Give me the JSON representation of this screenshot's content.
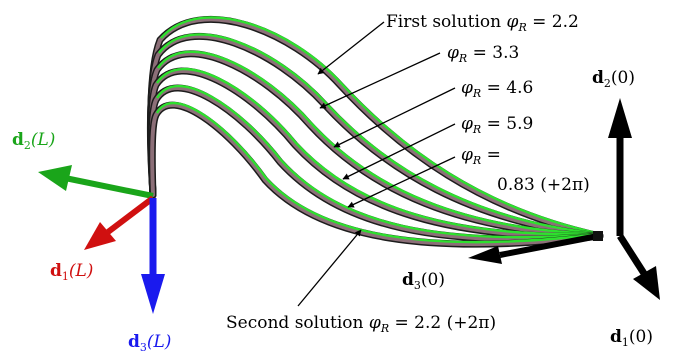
{
  "annotations": {
    "first_solution": {
      "text": "First solution",
      "phi": "φ",
      "sub": "R",
      "eq": " = 2.2"
    },
    "sol_33": {
      "phi": "φ",
      "sub": "R",
      "eq": " = 3.3"
    },
    "sol_46": {
      "phi": "φ",
      "sub": "R",
      "eq": " = 4.6"
    },
    "sol_59": {
      "phi": "φ",
      "sub": "R",
      "eq": " = 5.9"
    },
    "sol_083_line1": {
      "phi": "φ",
      "sub": "R",
      "eq": " ="
    },
    "sol_083_line2": {
      "text": "0.83 (+2π)"
    },
    "second_solution": {
      "text": "Second solution",
      "phi": "φ",
      "sub": "R",
      "eq": " = 2.2 (+2π)"
    }
  },
  "frames": {
    "left": {
      "d1": {
        "bold": "d",
        "sub": "1",
        "arg": "(L)",
        "color": "#d01010"
      },
      "d2": {
        "bold": "d",
        "sub": "2",
        "arg": "(L)",
        "color": "#1aa51a"
      },
      "d3": {
        "bold": "d",
        "sub": "3",
        "arg": "(L)",
        "color": "#1a1aee"
      }
    },
    "right": {
      "d1": {
        "bold": "d",
        "sub": "1",
        "arg": "(0)",
        "color": "#000000"
      },
      "d2": {
        "bold": "d",
        "sub": "2",
        "arg": "(0)",
        "color": "#000000"
      },
      "d3": {
        "bold": "d",
        "sub": "3",
        "arg": "(0)",
        "color": "#000000"
      }
    }
  },
  "colors": {
    "rod_core": "#8c6f78",
    "rod_highlight": "#2ee02e",
    "rod_edge": "#2a2a2a"
  }
}
